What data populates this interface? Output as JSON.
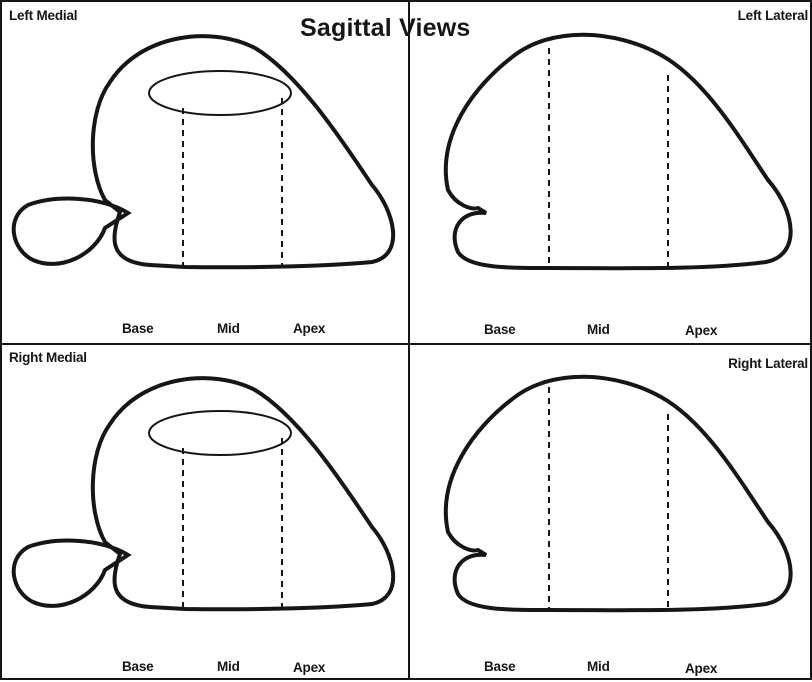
{
  "title": "Sagittal Views",
  "panels": [
    {
      "label": "Left Medial",
      "labels": {
        "base": "Base",
        "mid": "Mid",
        "apex": "Apex"
      }
    },
    {
      "label": "Left Lateral",
      "labels": {
        "base": "Base",
        "mid": "Mid",
        "apex": "Apex"
      }
    },
    {
      "label": "Right Medial",
      "labels": {
        "base": "Base",
        "mid": "Mid",
        "apex": "Apex"
      }
    },
    {
      "label": "Right Lateral",
      "labels": {
        "base": "Base",
        "mid": "Mid",
        "apex": "Apex"
      }
    }
  ],
  "colors": {
    "ink": "#161616",
    "background": "#ffffff"
  }
}
